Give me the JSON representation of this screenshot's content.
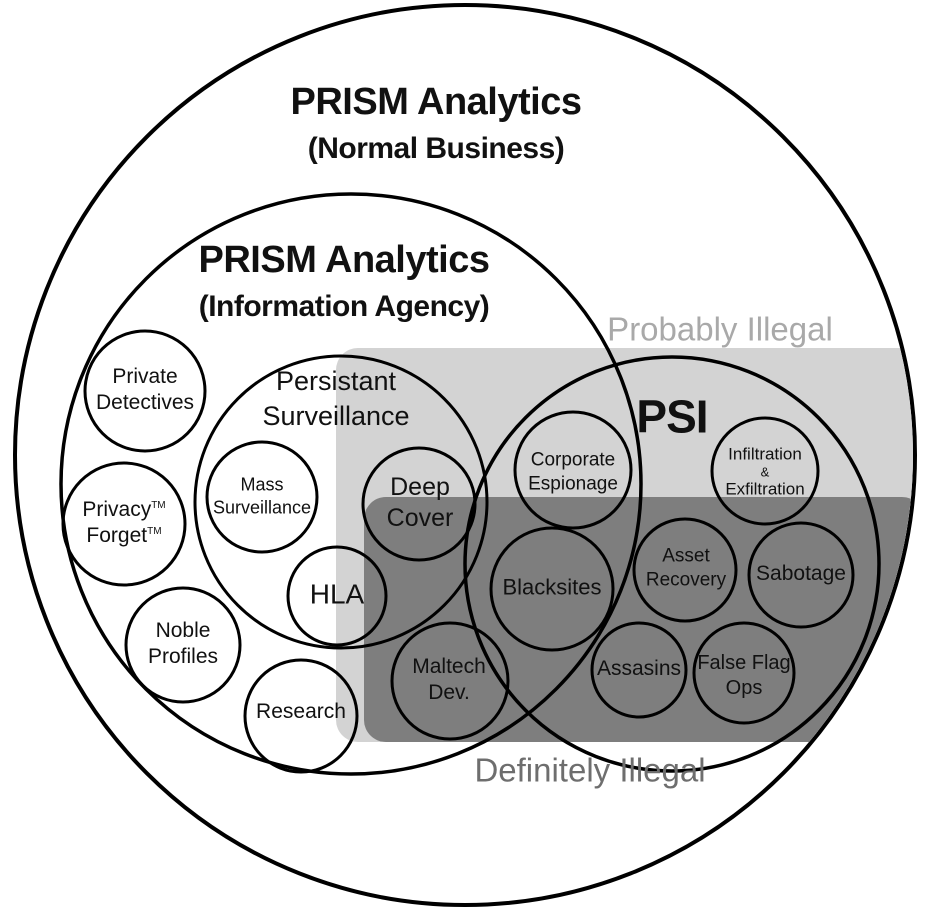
{
  "colors": {
    "background": "#ffffff",
    "stroke": "#000000",
    "circle_fill": "#ffffff",
    "probably_zone_fill": "#d3d3d3",
    "definitely_zone_fill": "#7e7e7e",
    "probably_label_color": "#a9a9a9",
    "definitely_label_color": "#6e6e6e"
  },
  "outer": {
    "title": "PRISM Analytics",
    "subtitle": "(Normal Business)"
  },
  "info_agency": {
    "title": "PRISM Analytics",
    "subtitle": "(Information Agency)"
  },
  "psi": {
    "label": "PSI"
  },
  "zones": {
    "probably": "Probably Illegal",
    "definitely": "Definitely Illegal"
  },
  "persistant_surveillance": {
    "line1": "Persistant",
    "line2": "Surveillance"
  },
  "nodes": {
    "private_detectives": {
      "line1": "Private",
      "line2": "Detectives"
    },
    "privacy_forget": {
      "word1": "Privacy",
      "word2": "Forget",
      "tm": "TM"
    },
    "noble_profiles": {
      "line1": "Noble",
      "line2": "Profiles"
    },
    "research": {
      "label": "Research"
    },
    "mass_surveillance": {
      "line1": "Mass",
      "line2": "Surveillance"
    },
    "deep_cover": {
      "line1": "Deep",
      "line2": "Cover"
    },
    "hla": {
      "label": "HLA"
    },
    "corporate_espionage": {
      "line1": "Corporate",
      "line2": "Espionage"
    },
    "infiltration_exfiltration": {
      "line1": "Infiltration",
      "line2": "&",
      "line3": "Exfiltration"
    },
    "blacksites": {
      "label": "Blacksites"
    },
    "asset_recovery": {
      "line1": "Asset",
      "line2": "Recovery"
    },
    "sabotage": {
      "label": "Sabotage"
    },
    "maltech_dev": {
      "line1": "Maltech",
      "line2": "Dev."
    },
    "assasins": {
      "label": "Assasins"
    },
    "false_flag_ops": {
      "line1": "False Flag",
      "line2": "Ops"
    }
  }
}
